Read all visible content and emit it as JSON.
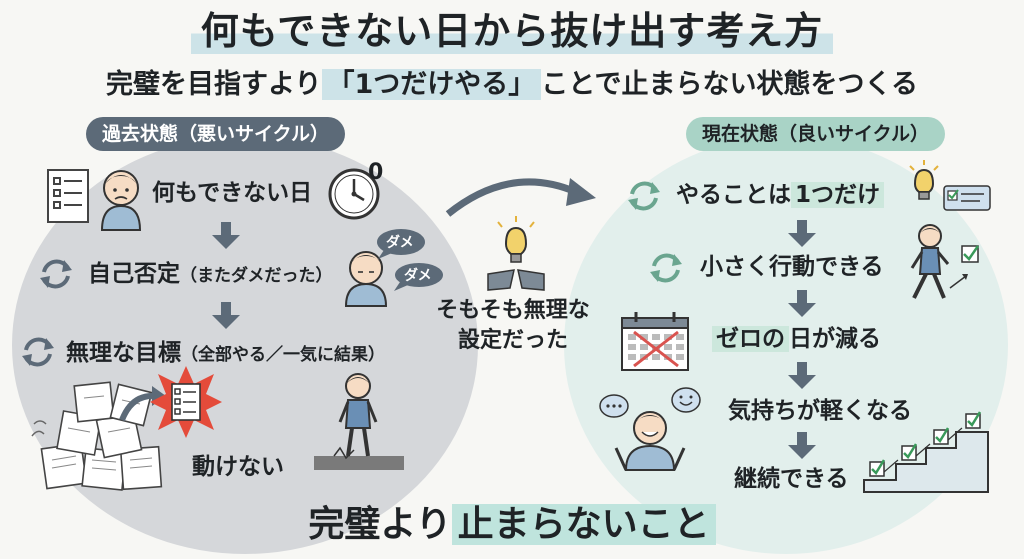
{
  "title": "何もできない日から抜け出す考え方",
  "subtitle": {
    "before": "完璧を目指すより",
    "highlight": "「1つだけやる」",
    "after": "ことで止まらない状態をつくる"
  },
  "left_panel": {
    "label": "過去状態（悪いサイクル）",
    "steps": [
      {
        "text": "何もできない日",
        "note": ""
      },
      {
        "text": "自己否定",
        "note": "（またダメだった）"
      },
      {
        "text": "無理な目標",
        "note": "（全部やる／一気に結果）"
      },
      {
        "text": "動けない",
        "note": ""
      }
    ],
    "clock_number": "0",
    "bubble_1": "ダメ",
    "bubble_2": "ダメ"
  },
  "center": {
    "line1": "そもそも無理な",
    "line2": "設定だった"
  },
  "right_panel": {
    "label": "現在状態（良いサイクル）",
    "step1_before": "やることは",
    "step1_highlight": "1つだけ",
    "step2": "小さく行動できる",
    "step3_highlight": "ゼロの",
    "step3_after": "日が減る",
    "step4": "気持ちが軽くなる",
    "step5": "継続できる"
  },
  "footer": {
    "before": "完璧より",
    "highlight": "止まらないこと"
  },
  "colors": {
    "left_circle": "#d5d7da",
    "right_circle": "#e2efec",
    "left_pill": "#5c6a78",
    "right_pill": "#a9d3c6",
    "highlight_blue": "#cde3e8",
    "highlight_green": "#cce7dc",
    "arrow": "#5c6a78"
  }
}
